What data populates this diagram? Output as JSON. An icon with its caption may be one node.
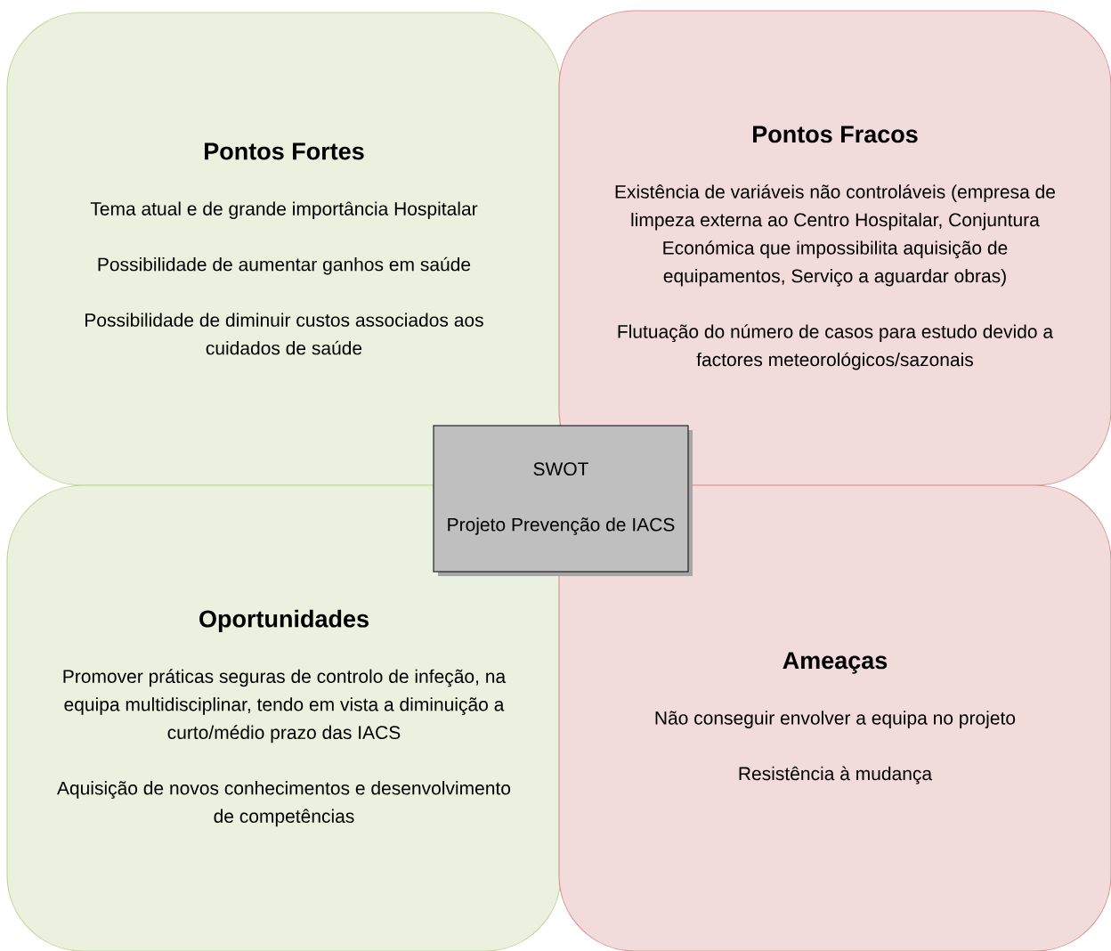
{
  "diagram": {
    "nodes": [
      {
        "text": [
          "Pontos Fortes",
          "Tema atual e de grande importância Hospitalar",
          "Possibilidade de aumentar ganhos em saúde",
          "Possibilidade de diminuir custos associados aos cuidados de saúde"
        ]
      },
      {
        "text": [
          "Pontos Fracos",
          "Existência de variáveis não controláveis (empresa de limpeza externa ao Centro Hospitalar, Conjuntura Económica que impossibilita aquisição de equipamentos, Serviço a aguardar obras)",
          "Flutuação do número de casos para estudo devido a factores meteorológicos/sazonais"
        ]
      },
      {
        "text": [
          "Oportunidades",
          "Promover práticas seguras de controlo de infeção, na equipa multidisciplinar, tendo em vista a diminuição a curto/médio prazo das IACS",
          "Aquisição de novos conhecimentos e desenvolvimento de competências"
        ]
      },
      {
        "text": [
          "Ameaças",
          "Não conseguir envolver a equipa no projeto",
          "Resistência à mudança"
        ]
      },
      {
        "text": [
          "SWOT",
          "Projeto Prevenção de IACS"
        ]
      }
    ]
  }
}
